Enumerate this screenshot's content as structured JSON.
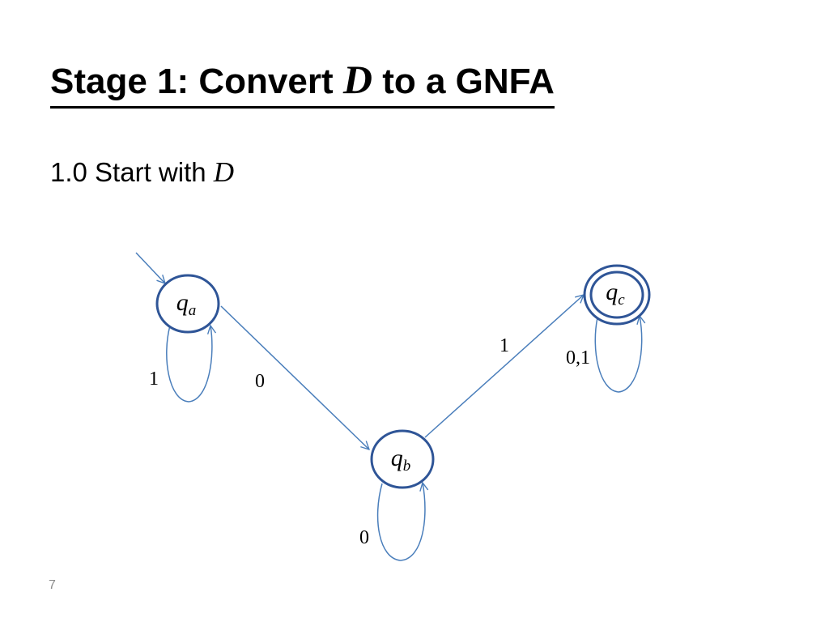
{
  "slide": {
    "title_prefix": "Stage 1: Convert",
    "title_var": "D",
    "title_suffix": "to a GNFA",
    "subtitle_prefix": "1.0 Start with",
    "subtitle_var": "D",
    "page_number": "7"
  },
  "diagram": {
    "colors": {
      "state_stroke": "#2f5597",
      "edge_stroke": "#4a7ebb"
    },
    "states": [
      {
        "id": "qa",
        "base": "q",
        "sub": "a",
        "start": true,
        "accepting": false
      },
      {
        "id": "qb",
        "base": "q",
        "sub": "b",
        "start": false,
        "accepting": false
      },
      {
        "id": "qc",
        "base": "q",
        "sub": "c",
        "start": false,
        "accepting": true
      }
    ],
    "transitions": [
      {
        "from": "qa",
        "to": "qa",
        "label": "1"
      },
      {
        "from": "qa",
        "to": "qb",
        "label": "0"
      },
      {
        "from": "qb",
        "to": "qb",
        "label": "0"
      },
      {
        "from": "qb",
        "to": "qc",
        "label": "1"
      },
      {
        "from": "qc",
        "to": "qc",
        "label": "0,1"
      }
    ]
  }
}
